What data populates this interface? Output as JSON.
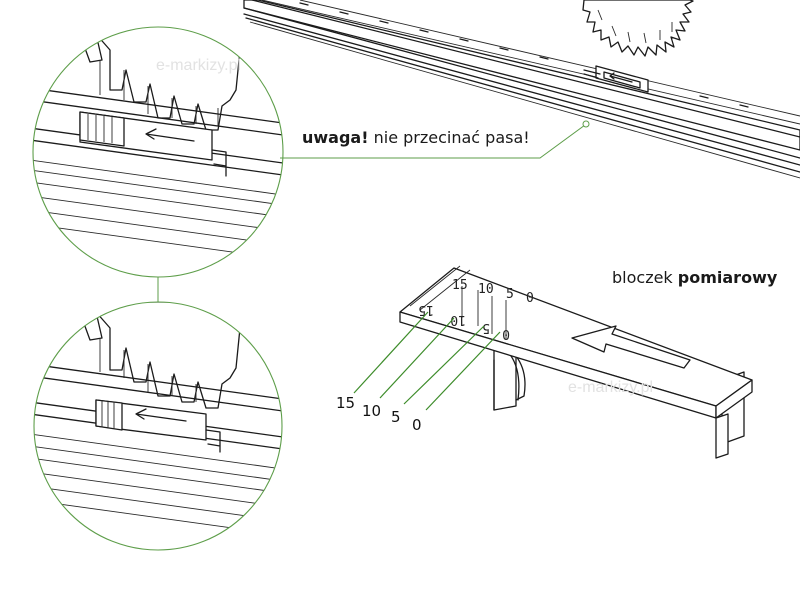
{
  "warning": {
    "bold": "uwaga!",
    "rest": " nie przecinać pasa!"
  },
  "block_label": {
    "normal": "bloczek ",
    "bold": "pomiarowy"
  },
  "scale_marks": [
    "15",
    "10",
    "5",
    "0"
  ],
  "block_scale_top": [
    "15",
    "10",
    "5",
    "0"
  ],
  "block_scale_bottom": [
    "15",
    "10",
    "5",
    "0"
  ],
  "watermark": "e-markizy.pl",
  "accent_color": "#5e9e4a"
}
